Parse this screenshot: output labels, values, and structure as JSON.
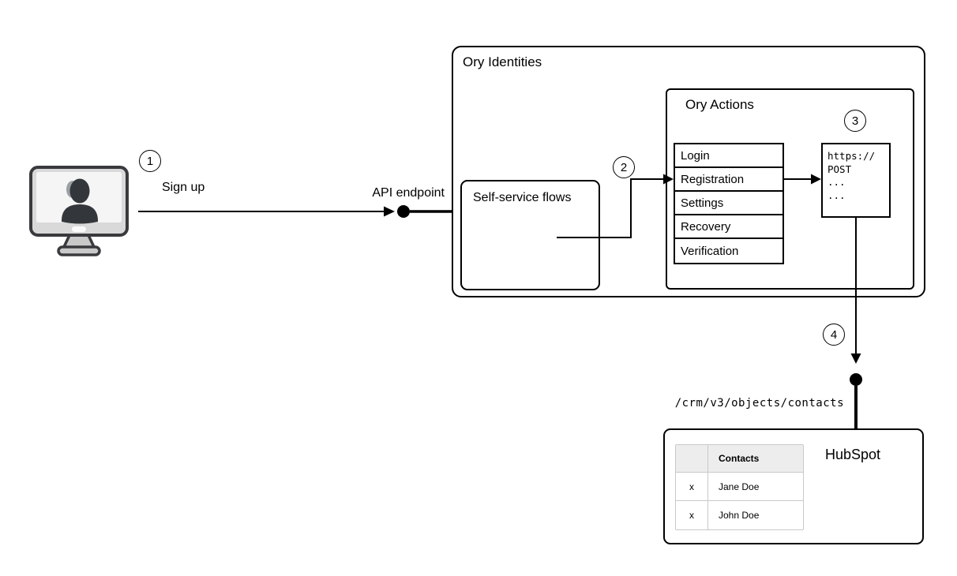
{
  "badges": {
    "step1": "1",
    "step2": "2",
    "step3": "3",
    "step4": "4"
  },
  "labels": {
    "sign_up": "Sign up",
    "api_endpoint": "API endpoint",
    "ory_identities": "Ory Identities",
    "self_service_flows": "Self-service flows",
    "ory_actions": "Ory Actions",
    "hubspot": "HubSpot",
    "hubspot_endpoint_path": "/crm/v3/objects/contacts"
  },
  "flows": [
    "Login",
    "Registration",
    "Settings",
    "Recovery",
    "Verification"
  ],
  "webhook_request": [
    "https://",
    "POST",
    "...",
    "..."
  ],
  "contacts_table": {
    "header_col1": "",
    "header_col2": "Contacts",
    "rows": [
      {
        "mark": "x",
        "name": "Jane Doe"
      },
      {
        "mark": "x",
        "name": "John Doe"
      }
    ]
  },
  "icons": {
    "user_device": "monitor-user-icon"
  },
  "colors": {
    "line": "#000000",
    "box_border": "#000000",
    "contacts_border": "#c9c9c9",
    "contacts_header_bg": "#ededed",
    "monitor_outline": "#3a3a3e",
    "monitor_body": "#d9d9d9",
    "monitor_screen": "#f5f5f5",
    "monitor_person": "#33363a",
    "monitor_stand": "#c9c9c9"
  }
}
